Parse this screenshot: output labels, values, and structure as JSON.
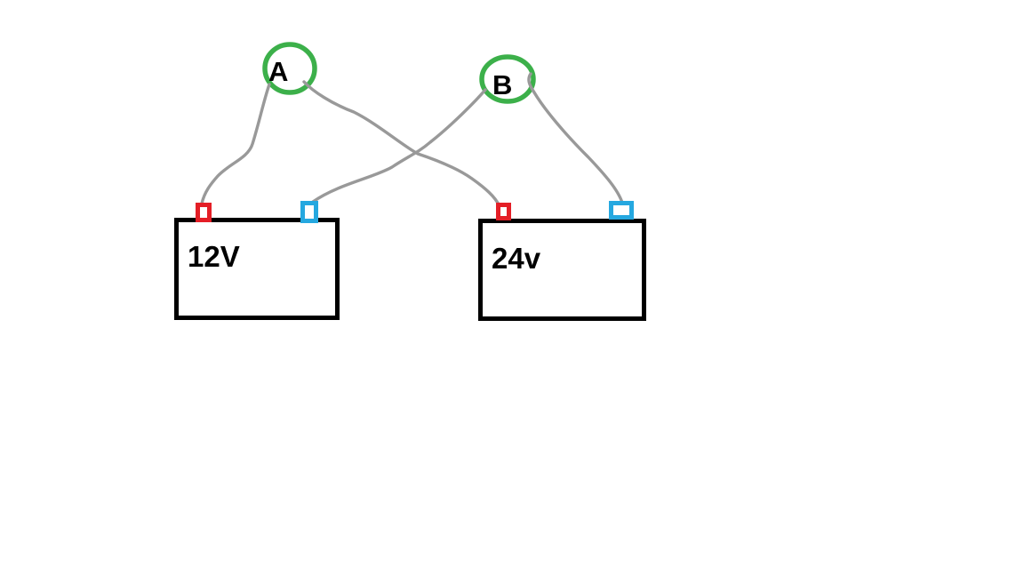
{
  "diagram": {
    "nodes": [
      {
        "id": "A",
        "label": "A",
        "shape": "circle"
      },
      {
        "id": "B",
        "label": "B",
        "shape": "circle"
      }
    ],
    "batteries": [
      {
        "id": "battery-1",
        "label": "12V",
        "terminals": [
          "red",
          "blue"
        ]
      },
      {
        "id": "battery-2",
        "label": "24v",
        "terminals": [
          "red",
          "blue"
        ]
      }
    ],
    "connections": [
      {
        "from": "A",
        "to": "12V red terminal"
      },
      {
        "from": "A",
        "to": "24v red terminal"
      },
      {
        "from": "B",
        "to": "12V blue terminal"
      },
      {
        "from": "B",
        "to": "24v blue terminal"
      }
    ]
  },
  "colors": {
    "background": "#ffffff",
    "node_ring": "#3cb04a",
    "wire": "#999999",
    "terminal_red": "#e41e26",
    "terminal_blue": "#25a8e0",
    "battery_outline": "#000000",
    "text": "#000000"
  }
}
